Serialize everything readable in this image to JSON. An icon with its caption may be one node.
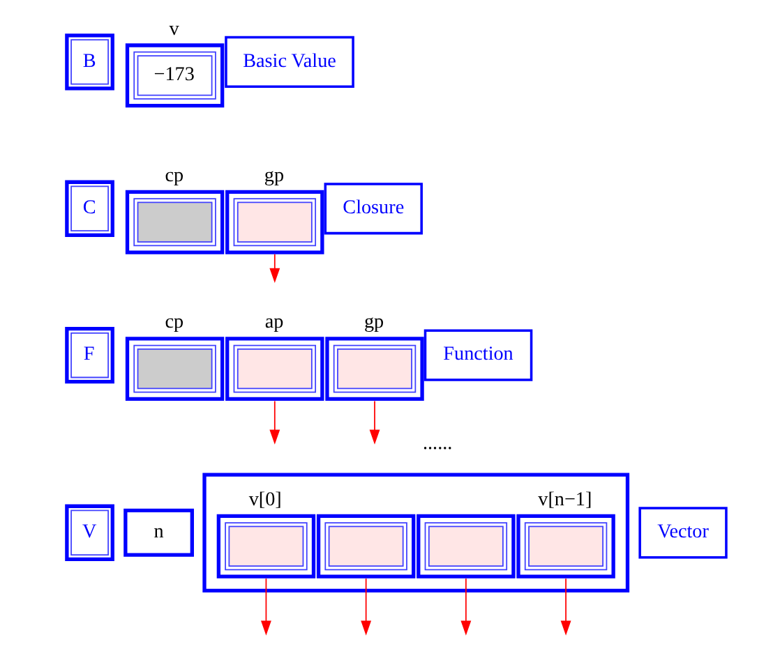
{
  "diagram": {
    "nodes": [
      {
        "text": [
          "B"
        ]
      },
      {
        "text": [
          "v",
          "−173"
        ]
      },
      {
        "text": [
          "Basic Value"
        ]
      },
      {
        "text": [
          "C"
        ]
      },
      {
        "text": [
          "cp"
        ]
      },
      {
        "text": [
          "gp"
        ]
      },
      {
        "text": [
          "Closure"
        ]
      },
      {
        "text": [
          "F"
        ]
      },
      {
        "text": [
          "cp"
        ]
      },
      {
        "text": [
          "ap"
        ]
      },
      {
        "text": [
          "gp"
        ]
      },
      {
        "text": [
          "Function"
        ]
      },
      {
        "text": [
          "V"
        ]
      },
      {
        "text": [
          "n"
        ]
      },
      {
        "text": [],
        "shape": "box"
      },
      {
        "text": [
          "v[0]"
        ],
        "in": 14
      },
      {
        "text": [],
        "shape": "box",
        "in": 14
      },
      {
        "text": [],
        "shape": "box",
        "in": 14
      },
      {
        "text": [
          "v[n−1]"
        ],
        "in": 14
      },
      {
        "text": [
          "Vector"
        ]
      }
    ],
    "edges": [
      {
        "from": 5,
        "to": null,
        "arrow": "to"
      },
      {
        "from": 9,
        "to": null,
        "arrow": "to"
      },
      {
        "from": 10,
        "to": null,
        "arrow": "to"
      },
      {
        "from": 15,
        "to": null,
        "arrow": "to"
      },
      {
        "from": 16,
        "to": null,
        "arrow": "to"
      },
      {
        "from": 17,
        "to": null,
        "arrow": "to"
      },
      {
        "from": 18,
        "to": null,
        "arrow": "to"
      }
    ],
    "labels": [
      "......"
    ]
  }
}
